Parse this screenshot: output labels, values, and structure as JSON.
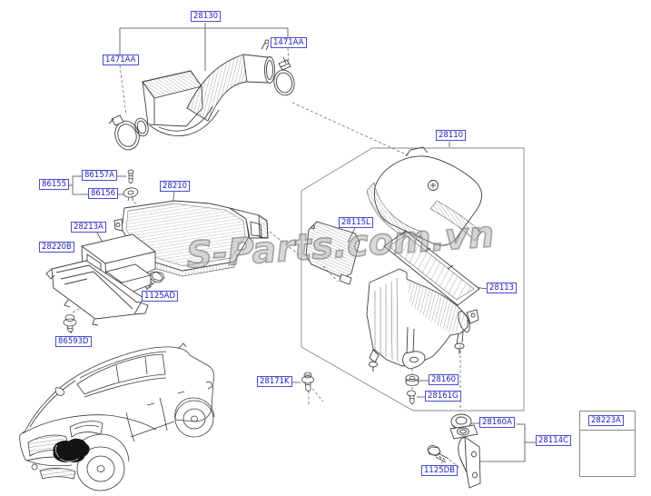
{
  "watermark": {
    "text": "S-Parts.com.vn"
  },
  "labels": {
    "p28130": "28130",
    "p1471aa_left": "1471AA",
    "p1471aa_right": "1471AA",
    "p28110": "28110",
    "p86157a": "86157A",
    "p86155": "86155",
    "p86156": "86156",
    "p28210": "28210",
    "p28213a": "28213A",
    "p28220b": "28220B",
    "p28115l": "28115L",
    "p1125ad": "1125AD",
    "p28113": "28113",
    "p86593d": "86593D",
    "p28171k": "28171K",
    "p28160": "28160",
    "p28161g": "28161G",
    "p28160a": "28160A",
    "p28114c": "28114C",
    "p1125db": "1125DB",
    "p28223a": "28223A"
  },
  "icons": {
    "fastener_glyphs": [
      "screw-icon",
      "pin-icon",
      "bolt-icon",
      "grommet-icon",
      "clip-icon",
      "hose-clamp-icon"
    ]
  },
  "colors": {
    "label_text": "#1e1ebc",
    "label_border": "#4a4ecb",
    "line_art": "#3f3f3f",
    "enclosure": "#8a8a8a",
    "watermark_gray": "#9a9a9a"
  }
}
